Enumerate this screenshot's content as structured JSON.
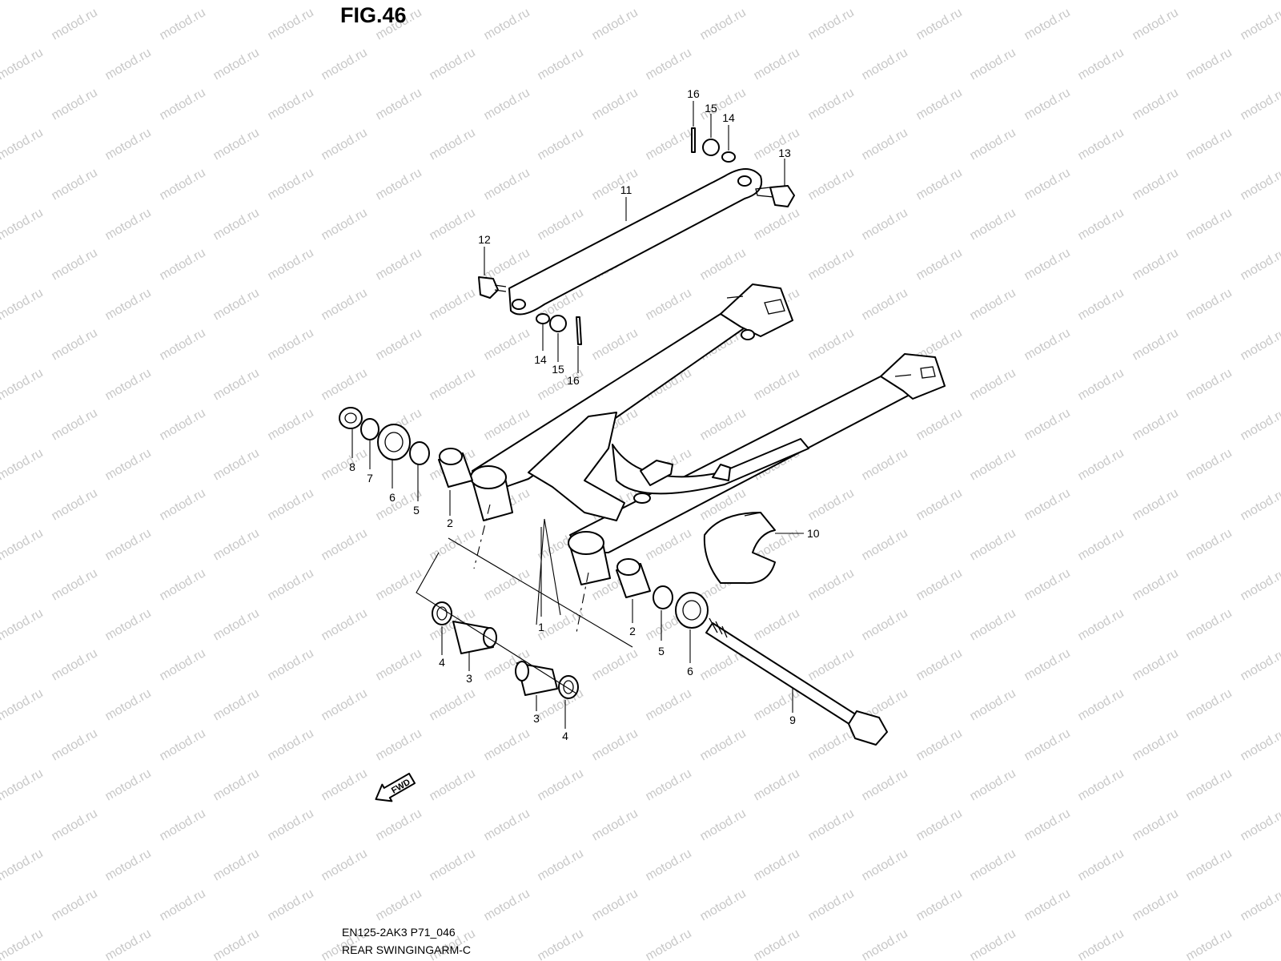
{
  "figure": {
    "title": "FIG.46",
    "model_code": "EN125-2AK3 P71_046",
    "section_name": "REAR SWINGINGARM-C"
  },
  "watermark": {
    "text": "motod.ru",
    "color": "#c8c8c8"
  },
  "fwd_arrow": {
    "text": "FWD",
    "icon": "fwd-arrow-icon"
  },
  "callouts": [
    "16",
    "15",
    "14",
    "13",
    "11",
    "12",
    "14",
    "15",
    "16",
    "8",
    "7",
    "6",
    "5",
    "2",
    "10",
    "1",
    "2",
    "5",
    "6",
    "4",
    "3",
    "3",
    "4",
    "9"
  ]
}
